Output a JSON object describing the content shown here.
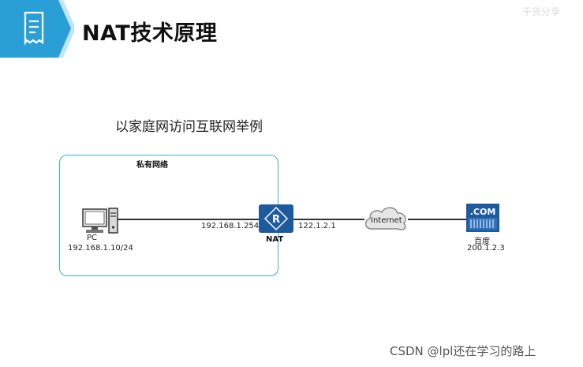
{
  "header": {
    "title": "NAT技术原理",
    "icon": "document-list-icon",
    "accent_color": "#2a9fd6"
  },
  "top_watermark": "干货分享",
  "subtitle": "以家庭网访问互联网举例",
  "private_network": {
    "label": "私有网络",
    "border_color": "#3ab0d0"
  },
  "pc": {
    "icon": "computer-icon",
    "name": "PC",
    "ip": "192.168.1.10/24"
  },
  "router": {
    "icon": "router-icon",
    "name": "NAT",
    "inside_ip": "192.168.1.254",
    "outside_ip": "122.1.2.1",
    "color": "#1e5a9e"
  },
  "internet": {
    "icon": "cloud-icon",
    "label": "Internet"
  },
  "server": {
    "icon": "server-icon",
    "badge": ".COM",
    "name": "百度",
    "ip": "200.1.2.3",
    "color": "#1e5a9e"
  },
  "footer_watermark": "CSDN @lpl还在学习的路上"
}
